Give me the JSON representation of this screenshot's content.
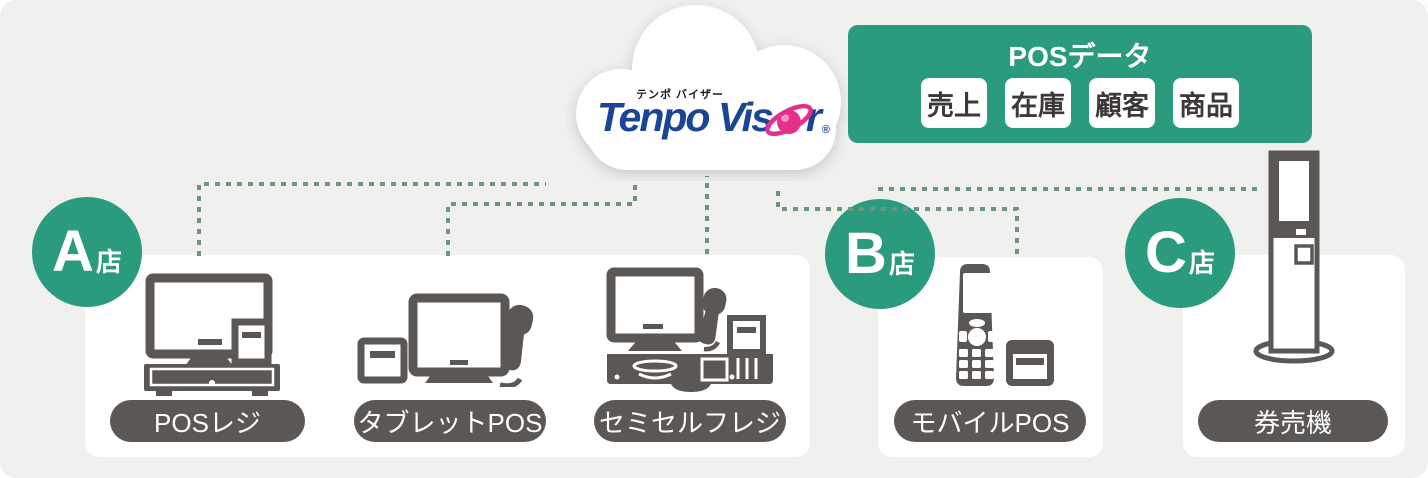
{
  "cloud": {
    "katakana": "テンポ バイザー",
    "logo_main": "Tenpo Vis",
    "logo_tail": "r",
    "registered_mark": "®"
  },
  "pos_data": {
    "title": "POSデータ",
    "chips": [
      "売上",
      "在庫",
      "顧客",
      "商品"
    ]
  },
  "stores": [
    {
      "letter": "A",
      "suffix": "店",
      "devices": [
        "POSレジ",
        "タブレットPOS",
        "セミセルフレジ"
      ]
    },
    {
      "letter": "B",
      "suffix": "店",
      "devices": [
        "モバイルPOS"
      ]
    },
    {
      "letter": "C",
      "suffix": "店",
      "devices": [
        "券売機"
      ]
    }
  ],
  "colors": {
    "brand_green": "#2b9b7d",
    "device_gray": "#5a5755",
    "logo_blue": "#1a4596",
    "logo_pink": "#e3308a",
    "connector_green": "#6f9383",
    "background": "#f0f0ef",
    "panel": "#ffffff"
  }
}
